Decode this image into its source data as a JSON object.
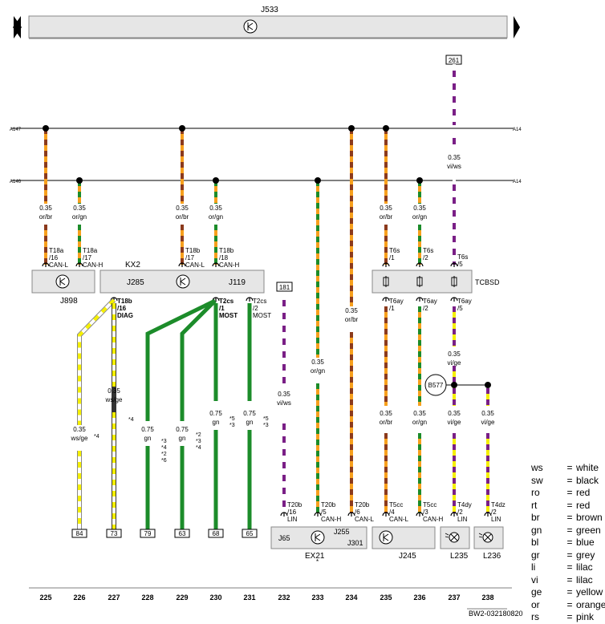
{
  "top_unit": "J533",
  "ref_261": "261",
  "ref_181": "181",
  "bus_left": [
    "A147",
    "A146"
  ],
  "bus_right": [
    "A14",
    "A14"
  ],
  "labels": {
    "kx2": "KX2",
    "j285": "J285",
    "j119": "J119",
    "j898": "J898",
    "tcbsd": "TCBSD",
    "b577": "B577",
    "j65": "J65",
    "j255": "J255",
    "j301": "J301",
    "ex21": "EX21",
    "star": "*",
    "j245": "J245",
    "l235": "L235",
    "l236": "L236",
    "doc_id": "BW2-032180820"
  },
  "wires": [
    {
      "id": "225a",
      "size": "0.35",
      "color": "or/br"
    },
    {
      "id": "226a",
      "size": "0.35",
      "color": "or/gn"
    },
    {
      "id": "229a",
      "size": "0.35",
      "color": "or/br"
    },
    {
      "id": "230a",
      "size": "0.35",
      "color": "or/gn"
    },
    {
      "id": "235a",
      "size": "0.35",
      "color": "or/br"
    },
    {
      "id": "236a",
      "size": "0.35",
      "color": "or/gn"
    },
    {
      "id": "237a",
      "size": "0.35",
      "color": "vi/ws"
    },
    {
      "id": "234a",
      "size": "0.35",
      "color": "or/br"
    },
    {
      "id": "233a",
      "size": "0.35",
      "color": "or/gn"
    },
    {
      "id": "232a",
      "size": "0.35",
      "color": "vi/ws"
    },
    {
      "id": "237b",
      "size": "0.35",
      "color": "vi/ge"
    },
    {
      "id": "226b",
      "size": "0.35",
      "color": "ws/ge"
    },
    {
      "id": "227a",
      "size": "0.35",
      "color": "ws/ge"
    },
    {
      "id": "228a",
      "size": "0.75",
      "color": "gn"
    },
    {
      "id": "229b",
      "size": "0.75",
      "color": "gn"
    },
    {
      "id": "230b",
      "size": "0.75",
      "color": "gn"
    },
    {
      "id": "231a",
      "size": "0.75",
      "color": "gn"
    },
    {
      "id": "235b",
      "size": "0.35",
      "color": "or/br"
    },
    {
      "id": "236b",
      "size": "0.35",
      "color": "or/gn"
    },
    {
      "id": "237c",
      "size": "0.35",
      "color": "vi/ge"
    },
    {
      "id": "238a",
      "size": "0.35",
      "color": "vi/ge"
    }
  ],
  "pins": [
    {
      "id": "p225",
      "lines": [
        "T18a",
        "/16",
        "CAN-L"
      ]
    },
    {
      "id": "p226",
      "lines": [
        "T18a",
        "/17",
        "CAN-H"
      ]
    },
    {
      "id": "p229",
      "lines": [
        "T18b",
        "/17",
        "CAN-L"
      ]
    },
    {
      "id": "p230",
      "lines": [
        "T18b",
        "/18",
        "CAN-H"
      ]
    },
    {
      "id": "p235",
      "lines": [
        "T6s",
        "/1"
      ]
    },
    {
      "id": "p236",
      "lines": [
        "T6s",
        "/2"
      ]
    },
    {
      "id": "p237",
      "lines": [
        "T6s",
        "/5"
      ]
    },
    {
      "id": "p227",
      "lines": [
        "T18b",
        "/16",
        "DIAG"
      ]
    },
    {
      "id": "p230b",
      "lines": [
        "T2cs",
        "/1",
        "MOST"
      ]
    },
    {
      "id": "p231",
      "lines": [
        "T2cs",
        "/2",
        "MOST"
      ]
    },
    {
      "id": "p235b",
      "lines": [
        "T6ay",
        "/1"
      ]
    },
    {
      "id": "p236b",
      "lines": [
        "T6ay",
        "/2"
      ]
    },
    {
      "id": "p237b",
      "lines": [
        "T6ay",
        "/5"
      ]
    },
    {
      "id": "p232",
      "lines": [
        "T20b",
        "/16",
        "LIN"
      ]
    },
    {
      "id": "p233",
      "lines": [
        "T20b",
        "/5",
        "CAN-H"
      ]
    },
    {
      "id": "p234",
      "lines": [
        "T20b",
        "/6",
        "CAN-L"
      ]
    },
    {
      "id": "p235c",
      "lines": [
        "T5cc",
        "/4",
        "CAN-L"
      ]
    },
    {
      "id": "p236c",
      "lines": [
        "T5cc",
        "/3",
        "CAN-H"
      ]
    },
    {
      "id": "p237c",
      "lines": [
        "T4dy",
        "/2",
        "LIN"
      ]
    },
    {
      "id": "p238",
      "lines": [
        "T4dz",
        "/2",
        "LIN"
      ]
    }
  ],
  "notes": [
    {
      "id": "n226",
      "lines": [
        "*4"
      ]
    },
    {
      "id": "n227",
      "lines": [
        "*4"
      ]
    },
    {
      "id": "n228",
      "lines": [
        "*3",
        "*4",
        "*2",
        "*6"
      ]
    },
    {
      "id": "n229",
      "lines": [
        "*2",
        "*3",
        "*4"
      ]
    },
    {
      "id": "n230",
      "lines": [
        "*5",
        "*3"
      ]
    },
    {
      "id": "n231",
      "lines": [
        "*5",
        "*3"
      ]
    }
  ],
  "refs": [
    "84",
    "73",
    "79",
    "63",
    "68",
    "65"
  ],
  "columns": [
    "225",
    "226",
    "227",
    "228",
    "229",
    "230",
    "231",
    "232",
    "233",
    "234",
    "235",
    "236",
    "237",
    "238"
  ],
  "legend": [
    {
      "code": "ws",
      "name": "white"
    },
    {
      "code": "sw",
      "name": "black"
    },
    {
      "code": "ro",
      "name": "red"
    },
    {
      "code": "rt",
      "name": "red"
    },
    {
      "code": "br",
      "name": "brown"
    },
    {
      "code": "gn",
      "name": "green"
    },
    {
      "code": "bl",
      "name": "blue"
    },
    {
      "code": "gr",
      "name": "grey"
    },
    {
      "code": "li",
      "name": "lilac"
    },
    {
      "code": "vi",
      "name": "lilac"
    },
    {
      "code": "ge",
      "name": "yellow"
    },
    {
      "code": "or",
      "name": "orange"
    },
    {
      "code": "rs",
      "name": "pink"
    }
  ],
  "legend_eq": "=",
  "colors": {
    "orange": "#f7a01d",
    "brown": "#8b3a1c",
    "green": "#1c8c2a",
    "violet": "#7a1f86",
    "yellow": "#f5f000",
    "white": "#ffffff",
    "box": "#e6e6e6"
  }
}
